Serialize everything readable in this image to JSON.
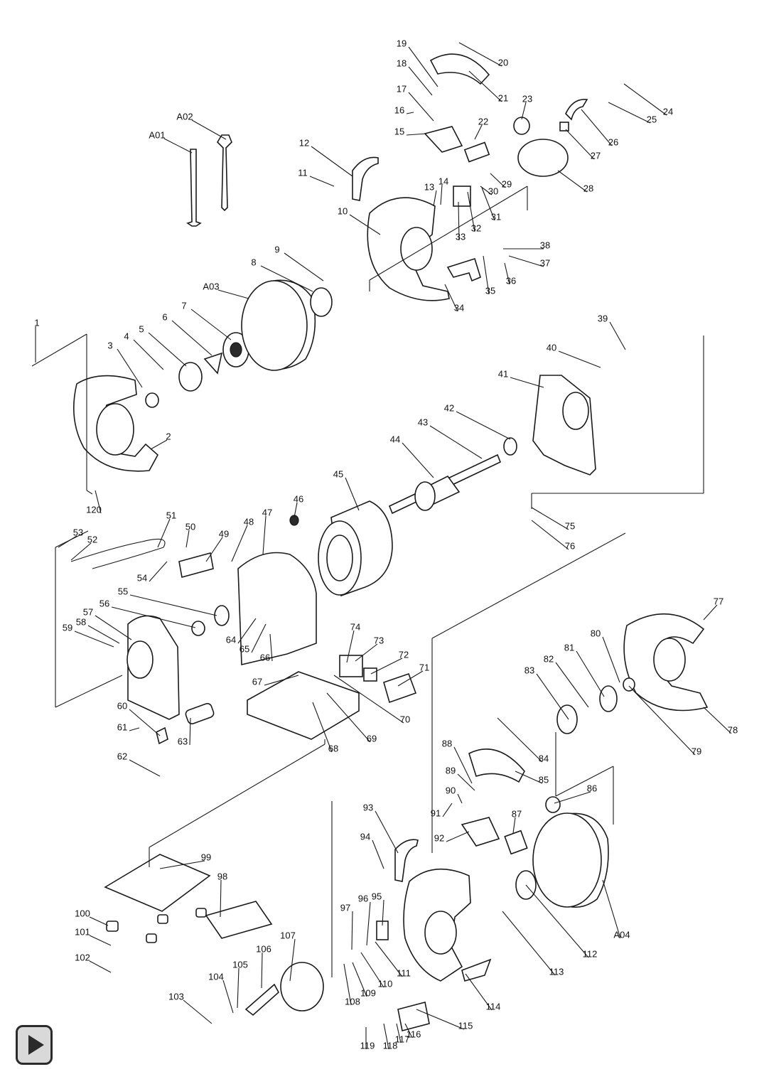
{
  "diagram": {
    "callouts": [
      "1",
      "2",
      "3",
      "4",
      "5",
      "6",
      "7",
      "8",
      "9",
      "10",
      "11",
      "12",
      "13",
      "14",
      "15",
      "16",
      "17",
      "18",
      "19",
      "20",
      "21",
      "22",
      "23",
      "24",
      "25",
      "26",
      "27",
      "28",
      "29",
      "30",
      "31",
      "32",
      "33",
      "34",
      "35",
      "36",
      "37",
      "38",
      "39",
      "40",
      "41",
      "42",
      "43",
      "44",
      "45",
      "46",
      "47",
      "48",
      "49",
      "50",
      "51",
      "52",
      "53",
      "54",
      "55",
      "56",
      "57",
      "58",
      "59",
      "60",
      "61",
      "62",
      "63",
      "64",
      "65",
      "66",
      "67",
      "68",
      "69",
      "70",
      "71",
      "72",
      "73",
      "74",
      "75",
      "76",
      "77",
      "78",
      "79",
      "80",
      "81",
      "82",
      "83",
      "84",
      "85",
      "86",
      "87",
      "88",
      "89",
      "90",
      "91",
      "92",
      "93",
      "94",
      "95",
      "96",
      "97",
      "98",
      "99",
      "100",
      "101",
      "102",
      "103",
      "104",
      "105",
      "106",
      "107",
      "108",
      "109",
      "110",
      "111",
      "112",
      "113",
      "114",
      "115",
      "116",
      "117",
      "118",
      "119",
      "120",
      "A01",
      "A02",
      "A03",
      "A04"
    ]
  },
  "controls": {
    "play_icon": "play-icon"
  }
}
